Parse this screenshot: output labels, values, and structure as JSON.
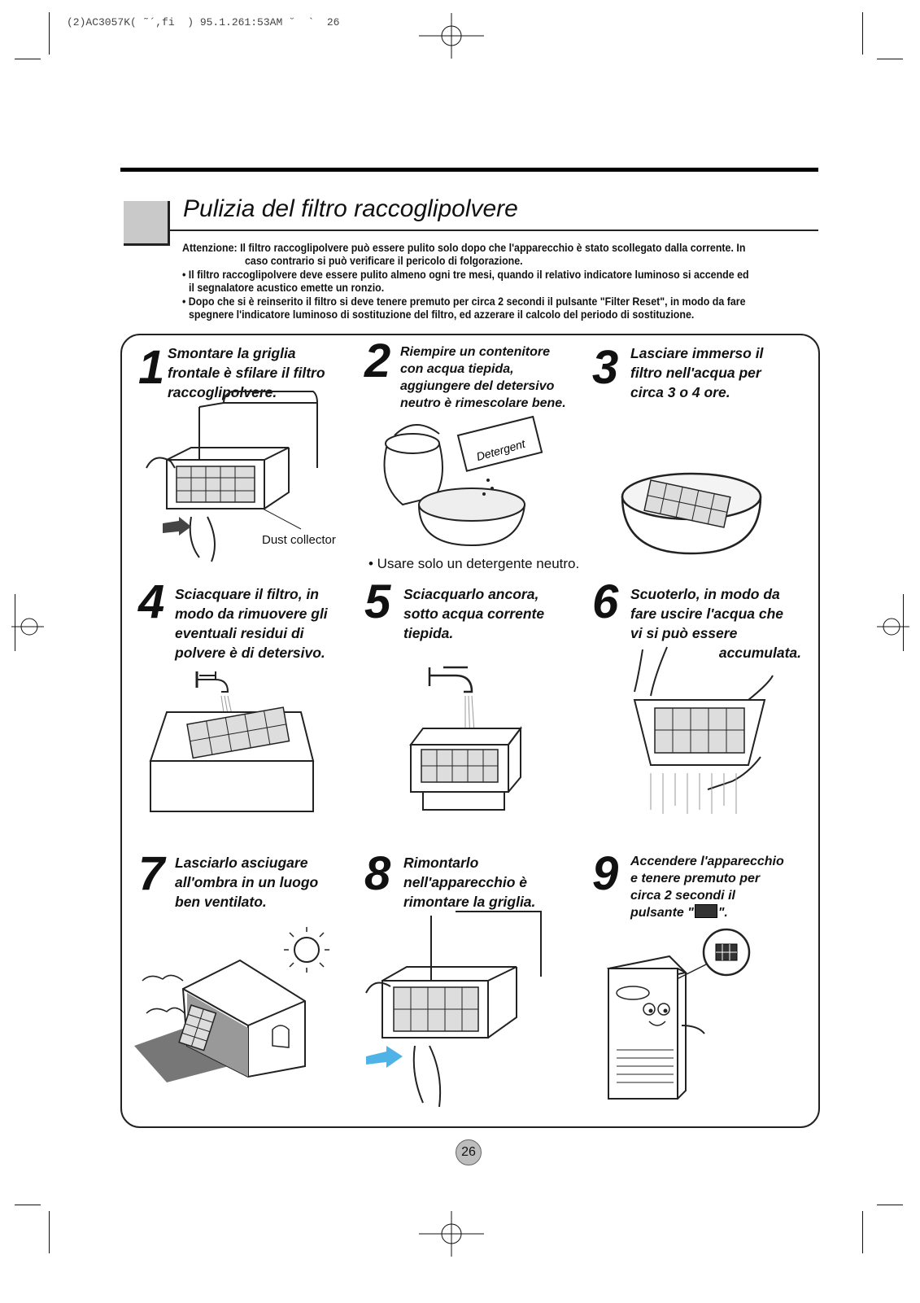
{
  "header": {
    "code": "(2)AC3057K( ˜´,fi  ) 95.1.261:53AM ˘  `  26"
  },
  "title": "Pulizia del filtro raccoglipolvere",
  "warnings": {
    "line1": "Attenzione: Il filtro raccoglipolvere può essere pulito solo dopo che l'apparecchio è stato scollegato dalla corrente. In",
    "line2": "caso contrario si può verificare il pericolo di folgorazione.",
    "line3": "• Il filtro raccoglipolvere deve essere pulito almeno ogni tre mesi, quando il relativo indicatore luminoso si accende ed",
    "line4": "il segnalatore acustico emette un ronzio.",
    "line5": "• Dopo che si è reinserito il filtro si deve tenere premuto per circa 2 secondi il pulsante \"Filter Reset\", in modo da fare",
    "line6": "spegnere l'indicatore luminoso di sostituzione del filtro, ed azzerare il calcolo del periodo di sostituzione."
  },
  "steps": [
    {
      "num": "1",
      "lines": [
        "Smontare la griglia",
        "frontale è sfilare il filtro",
        "raccoglipolvere."
      ]
    },
    {
      "num": "2",
      "lines": [
        "Riempire un contenitore",
        "con acqua tiepida,",
        "aggiungere del detersivo",
        "neutro è rimescolare bene."
      ]
    },
    {
      "num": "3",
      "lines": [
        "Lasciare immerso il",
        "filtro nell'acqua per",
        "circa 3 o 4 ore."
      ]
    },
    {
      "num": "4",
      "lines": [
        "Sciacquare il filtro, in",
        "modo da rimuovere gli",
        "eventuali residui di",
        "polvere è di detersivo."
      ]
    },
    {
      "num": "5",
      "lines": [
        "Sciacquarlo ancora,",
        "sotto acqua corrente",
        "tiepida."
      ]
    },
    {
      "num": "6",
      "lines": [
        "Scuoterlo, in modo da",
        "fare uscire l'acqua che",
        "vi si può essere",
        "accumulata."
      ]
    },
    {
      "num": "7",
      "lines": [
        "Lasciarlo asciugare",
        "all'ombra in un luogo",
        "ben ventilato."
      ]
    },
    {
      "num": "8",
      "lines": [
        "Rimontarlo",
        "nell'apparecchio è",
        "rimontare la griglia."
      ]
    },
    {
      "num": "9",
      "lines": [
        "Accendere l'apparecchio",
        "e tenere premuto per",
        "circa 2 secondi il",
        "pulsante \"",
        "\"."
      ]
    }
  ],
  "labels": {
    "dust_collector": "Dust collector",
    "detergent": "Detergent"
  },
  "note": "• Usare solo un detergente neutro.",
  "page_number": "26"
}
